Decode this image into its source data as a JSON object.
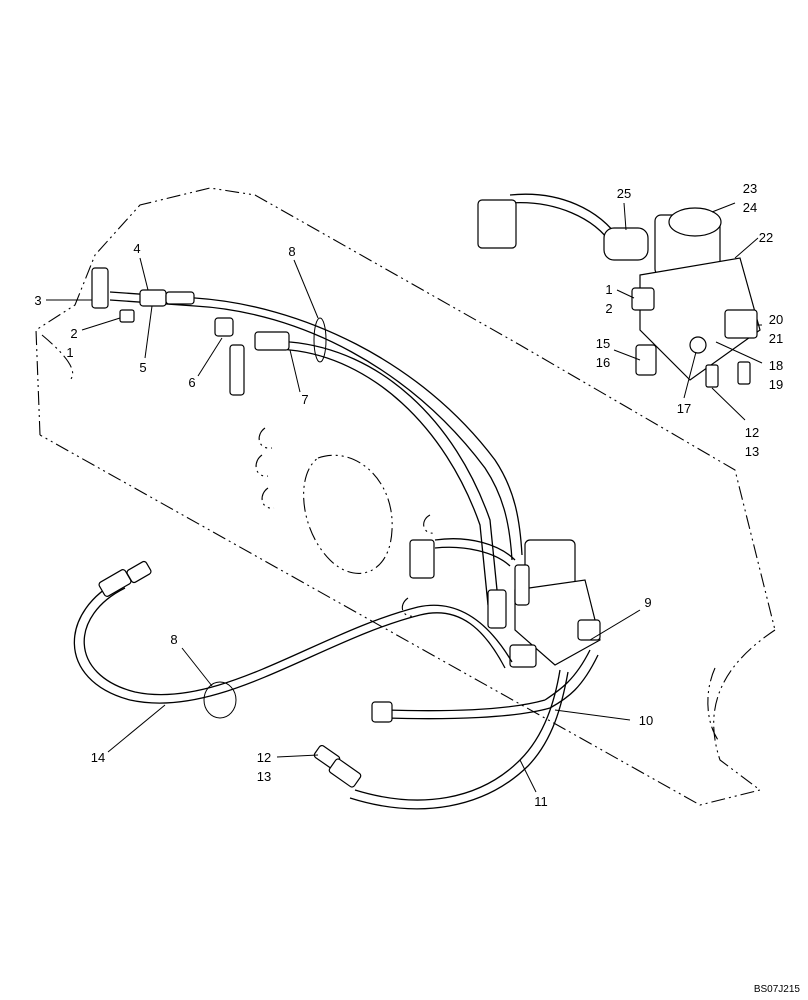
{
  "callouts": [
    {
      "id": "c1a",
      "text": "1"
    },
    {
      "id": "c2a",
      "text": "2"
    },
    {
      "id": "c3",
      "text": "3"
    },
    {
      "id": "c4",
      "text": "4"
    },
    {
      "id": "c5",
      "text": "5"
    },
    {
      "id": "c6",
      "text": "6"
    },
    {
      "id": "c7",
      "text": "7"
    },
    {
      "id": "c8a",
      "text": "8"
    },
    {
      "id": "c8b",
      "text": "8"
    },
    {
      "id": "c9",
      "text": "9"
    },
    {
      "id": "c10",
      "text": "10"
    },
    {
      "id": "c11",
      "text": "11"
    },
    {
      "id": "c12a",
      "text": "12"
    },
    {
      "id": "c13a",
      "text": "13"
    },
    {
      "id": "c12b",
      "text": "12"
    },
    {
      "id": "c13b",
      "text": "13"
    },
    {
      "id": "c14",
      "text": "14"
    },
    {
      "id": "c15",
      "text": "15"
    },
    {
      "id": "c16",
      "text": "16"
    },
    {
      "id": "c17",
      "text": "17"
    },
    {
      "id": "c18",
      "text": "18"
    },
    {
      "id": "c19",
      "text": "19"
    },
    {
      "id": "c20",
      "text": "20"
    },
    {
      "id": "c21",
      "text": "21"
    },
    {
      "id": "c22",
      "text": "22"
    },
    {
      "id": "c23",
      "text": "23"
    },
    {
      "id": "c24",
      "text": "24"
    },
    {
      "id": "c25",
      "text": "25"
    },
    {
      "id": "c1b",
      "text": "1"
    },
    {
      "id": "c2b",
      "text": "2"
    }
  ],
  "figure_code": "BS07J215"
}
